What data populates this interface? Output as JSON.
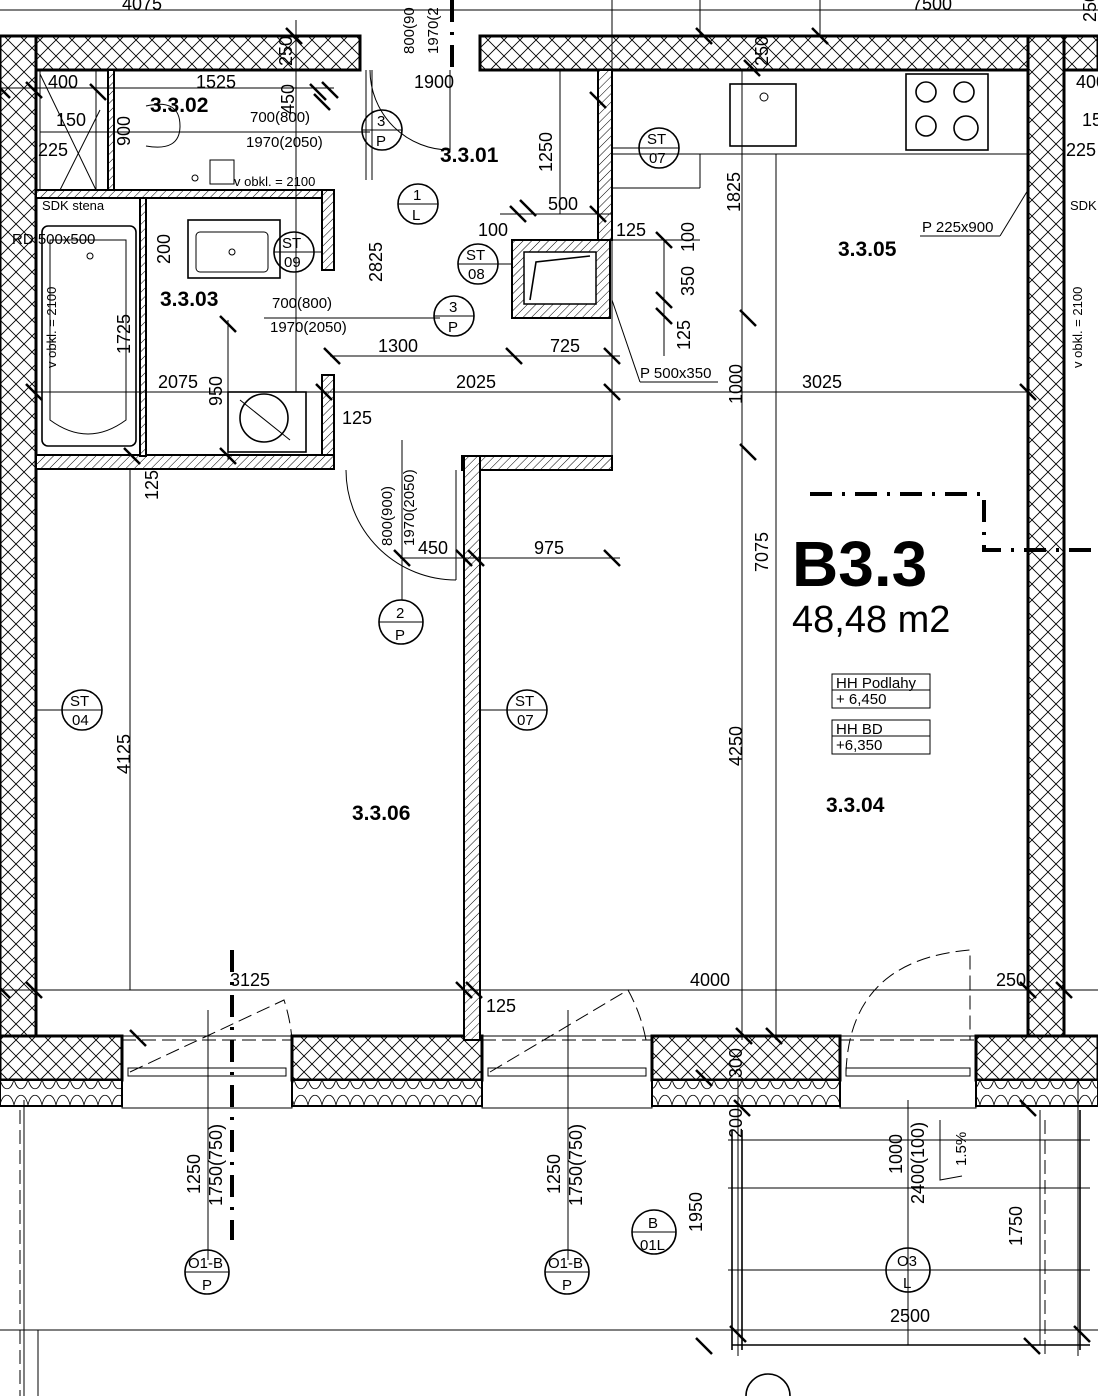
{
  "unit": {
    "name": "B3.3",
    "area": "48,48 m2",
    "floor_level_label": "HH Podlahy",
    "floor_level_value": "+ 6,450",
    "bd_level_label": "HH BD",
    "bd_level_value": "+6,350"
  },
  "rooms": {
    "r301": "3.3.01",
    "r302": "3.3.02",
    "r303": "3.3.03",
    "r304": "3.3.04",
    "r305": "3.3.05",
    "r306": "3.3.06"
  },
  "dimensions": {
    "top_left": "4075",
    "top_right": "7500",
    "top_far": "250",
    "d400a": "400",
    "d1525": "1525",
    "d250a": "250",
    "d450": "450",
    "d150": "150",
    "d900": "900",
    "d225": "225",
    "d1900": "1900",
    "d250b": "250",
    "d1250": "1250",
    "d500": "500",
    "d100a": "100",
    "d125a": "125",
    "d100b": "100",
    "d1825": "1825",
    "d200": "200",
    "d2825": "2825",
    "d350": "350",
    "d125b": "125",
    "d1725": "1725",
    "d1300": "1300",
    "d725": "725",
    "d2075": "2075",
    "d950": "950",
    "d2025": "2025",
    "d1000": "1000",
    "d3025": "3025",
    "d125c": "125",
    "d125d": "125",
    "d450b": "450",
    "d975": "975",
    "d7075": "7075",
    "d4125": "4125",
    "d4250": "4250",
    "d3125": "3125",
    "d4000": "4000",
    "d250c": "250",
    "d125e": "125",
    "d300": "300",
    "d200b": "200",
    "d1250b": "1250",
    "d1750a": "1750(750)",
    "d1250c": "1250",
    "d1750b": "1750(750)",
    "d1950": "1950",
    "d1000b": "1000",
    "d2400": "2400(100)",
    "slope": "1.5%",
    "d1750c": "1750",
    "d2500": "2500",
    "d400b": "400",
    "d15": "15",
    "d225b": "225"
  },
  "annotations": {
    "door_302": "700(800)",
    "door_302h": "1970(2050)",
    "door_303": "700(800)",
    "door_303h": "1970(2050)",
    "door_entry_top_w": "800(90",
    "door_entry_top_h": "1970(2",
    "door_306_w": "800(900)",
    "door_306_h": "1970(2050)",
    "tile_302": "v obkl. = 2100",
    "tile_303": "v obkl. = 2100",
    "tile_right": "v obkl. = 2100",
    "sdk": "SDK stena",
    "sdk_right": "SDK",
    "rd": "RD 500x500",
    "p225": "P 225x900",
    "p500": "P 500x350"
  },
  "tags": {
    "st07a": [
      "ST",
      "07"
    ],
    "st08": [
      "ST",
      "08"
    ],
    "st09": [
      "ST",
      "09"
    ],
    "st04": [
      "ST",
      "04"
    ],
    "st07b": [
      "ST",
      "07"
    ],
    "d3p_a": [
      "3",
      "P"
    ],
    "d3p_b": [
      "3",
      "P"
    ],
    "d1l": [
      "1",
      "L"
    ],
    "d2p": [
      "2",
      "P"
    ],
    "o1b_a": [
      "O1-B",
      "P"
    ],
    "o1b_b": [
      "O1-B",
      "P"
    ],
    "b01l": [
      "B",
      "01L"
    ],
    "o3l": [
      "O3",
      "L"
    ]
  }
}
